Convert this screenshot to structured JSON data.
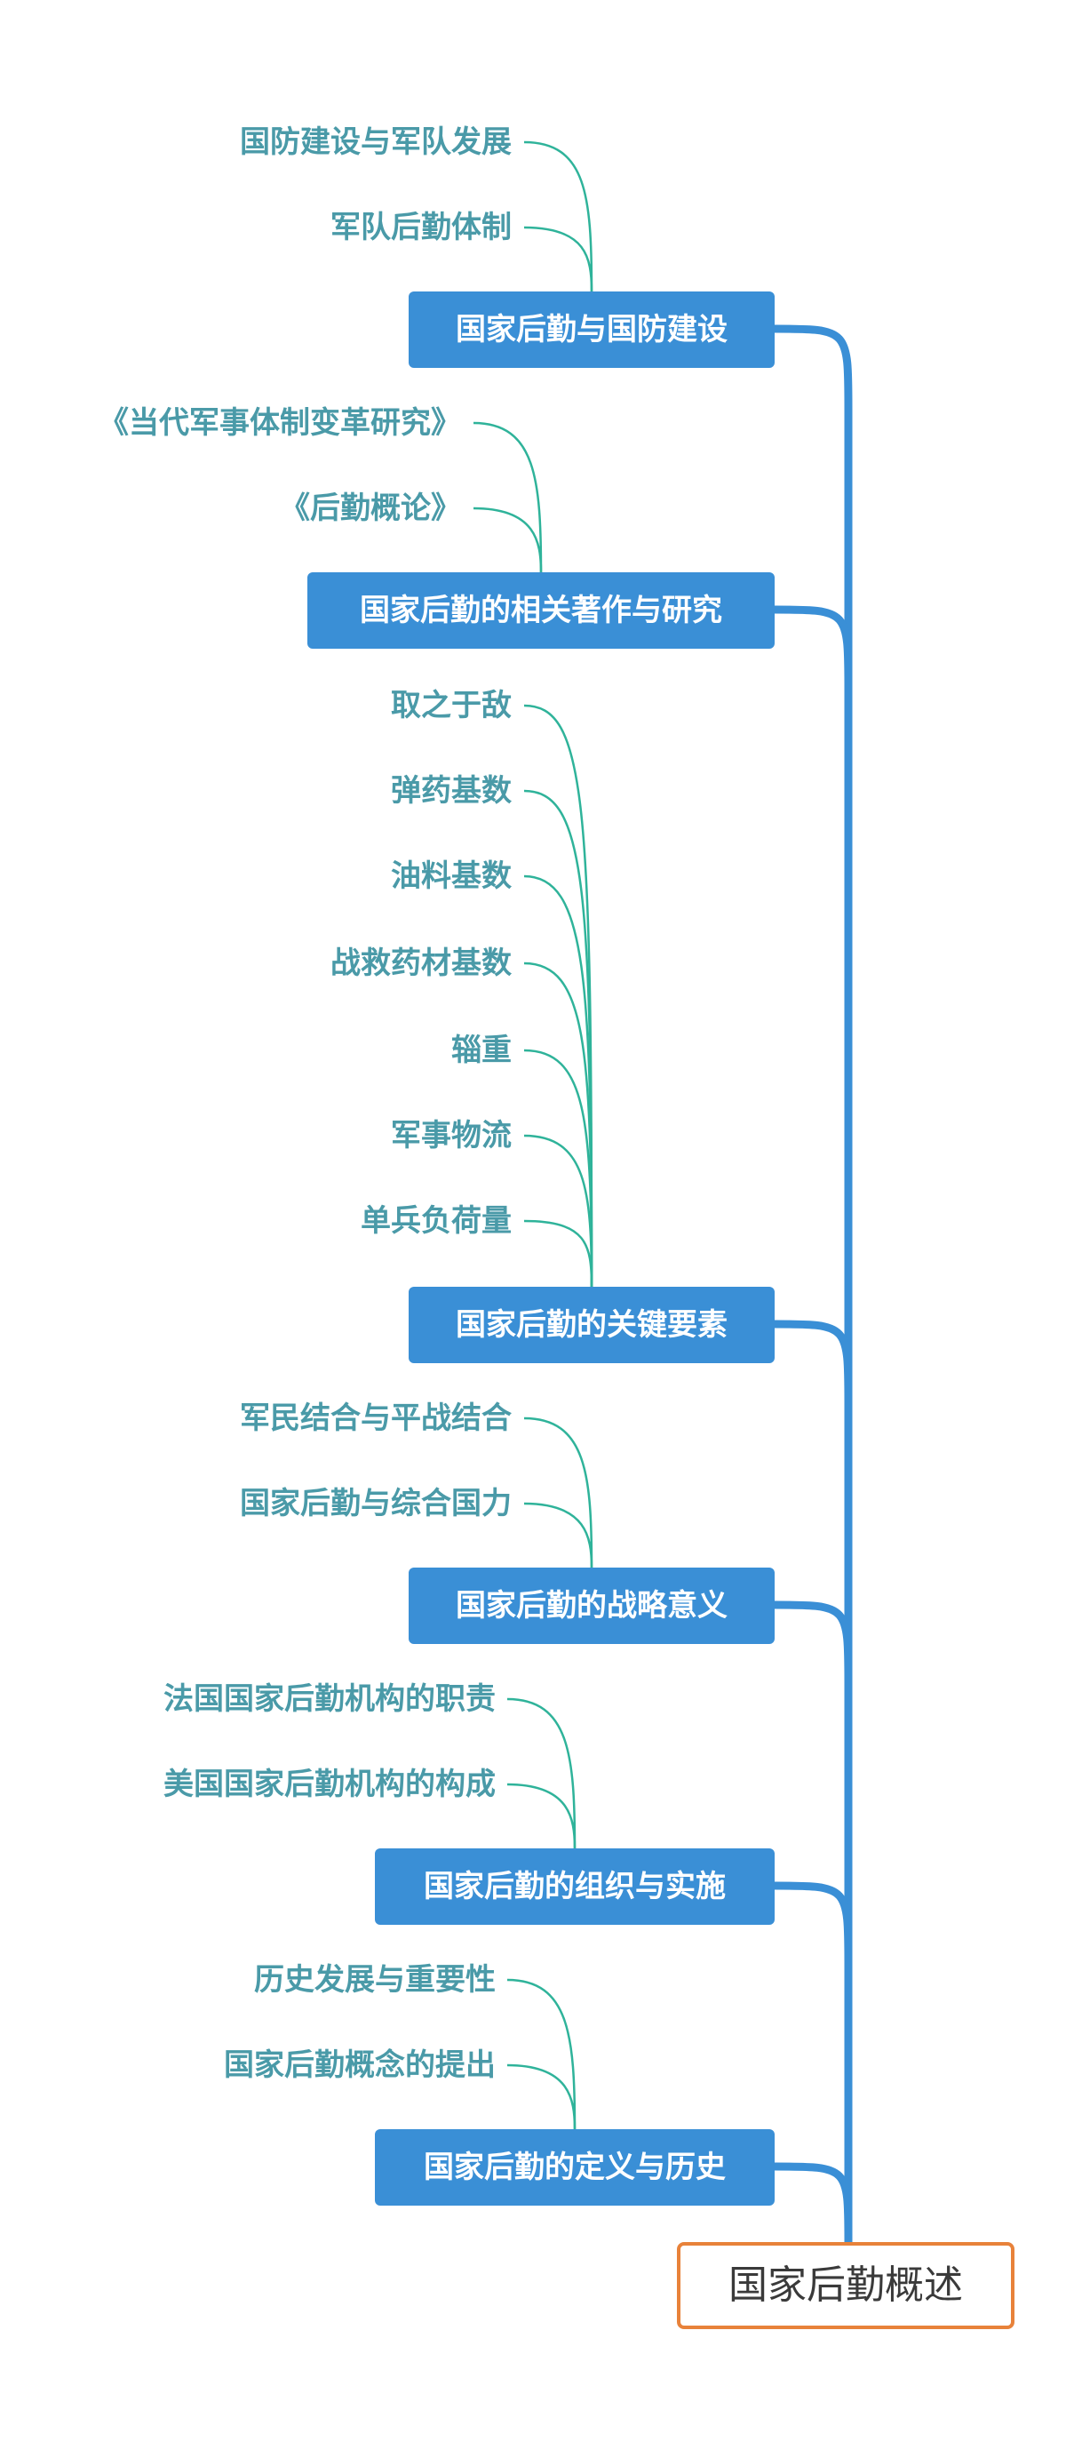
{
  "root": {
    "label": "国家后勤概述"
  },
  "branches": [
    {
      "label": "国家后勤与国防建设",
      "children": [
        "国防建设与军队发展",
        "军队后勤体制"
      ]
    },
    {
      "label": "国家后勤的相关著作与研究",
      "children": [
        "《当代军事体制变革研究》",
        "《后勤概论》"
      ]
    },
    {
      "label": "国家后勤的关键要素",
      "children": [
        "取之于敌",
        "弹药基数",
        "油料基数",
        "战救药材基数",
        "辎重",
        "军事物流",
        "单兵负荷量"
      ]
    },
    {
      "label": "国家后勤的战略意义",
      "children": [
        "军民结合与平战结合",
        "国家后勤与综合国力"
      ]
    },
    {
      "label": "国家后勤的组织与实施",
      "children": [
        "法国国家后勤机构的职责",
        "美国国家后勤机构的构成"
      ]
    },
    {
      "label": "国家后勤的定义与历史",
      "children": [
        "历史发展与重要性",
        "国家后勤概念的提出"
      ]
    }
  ],
  "colors": {
    "trunk": "#3a8fd6",
    "branch_fill": "#3a8fd6",
    "leaf_line": "#2fb39a",
    "leaf_text": "#4a9aa8",
    "root_border": "#e8823a"
  }
}
